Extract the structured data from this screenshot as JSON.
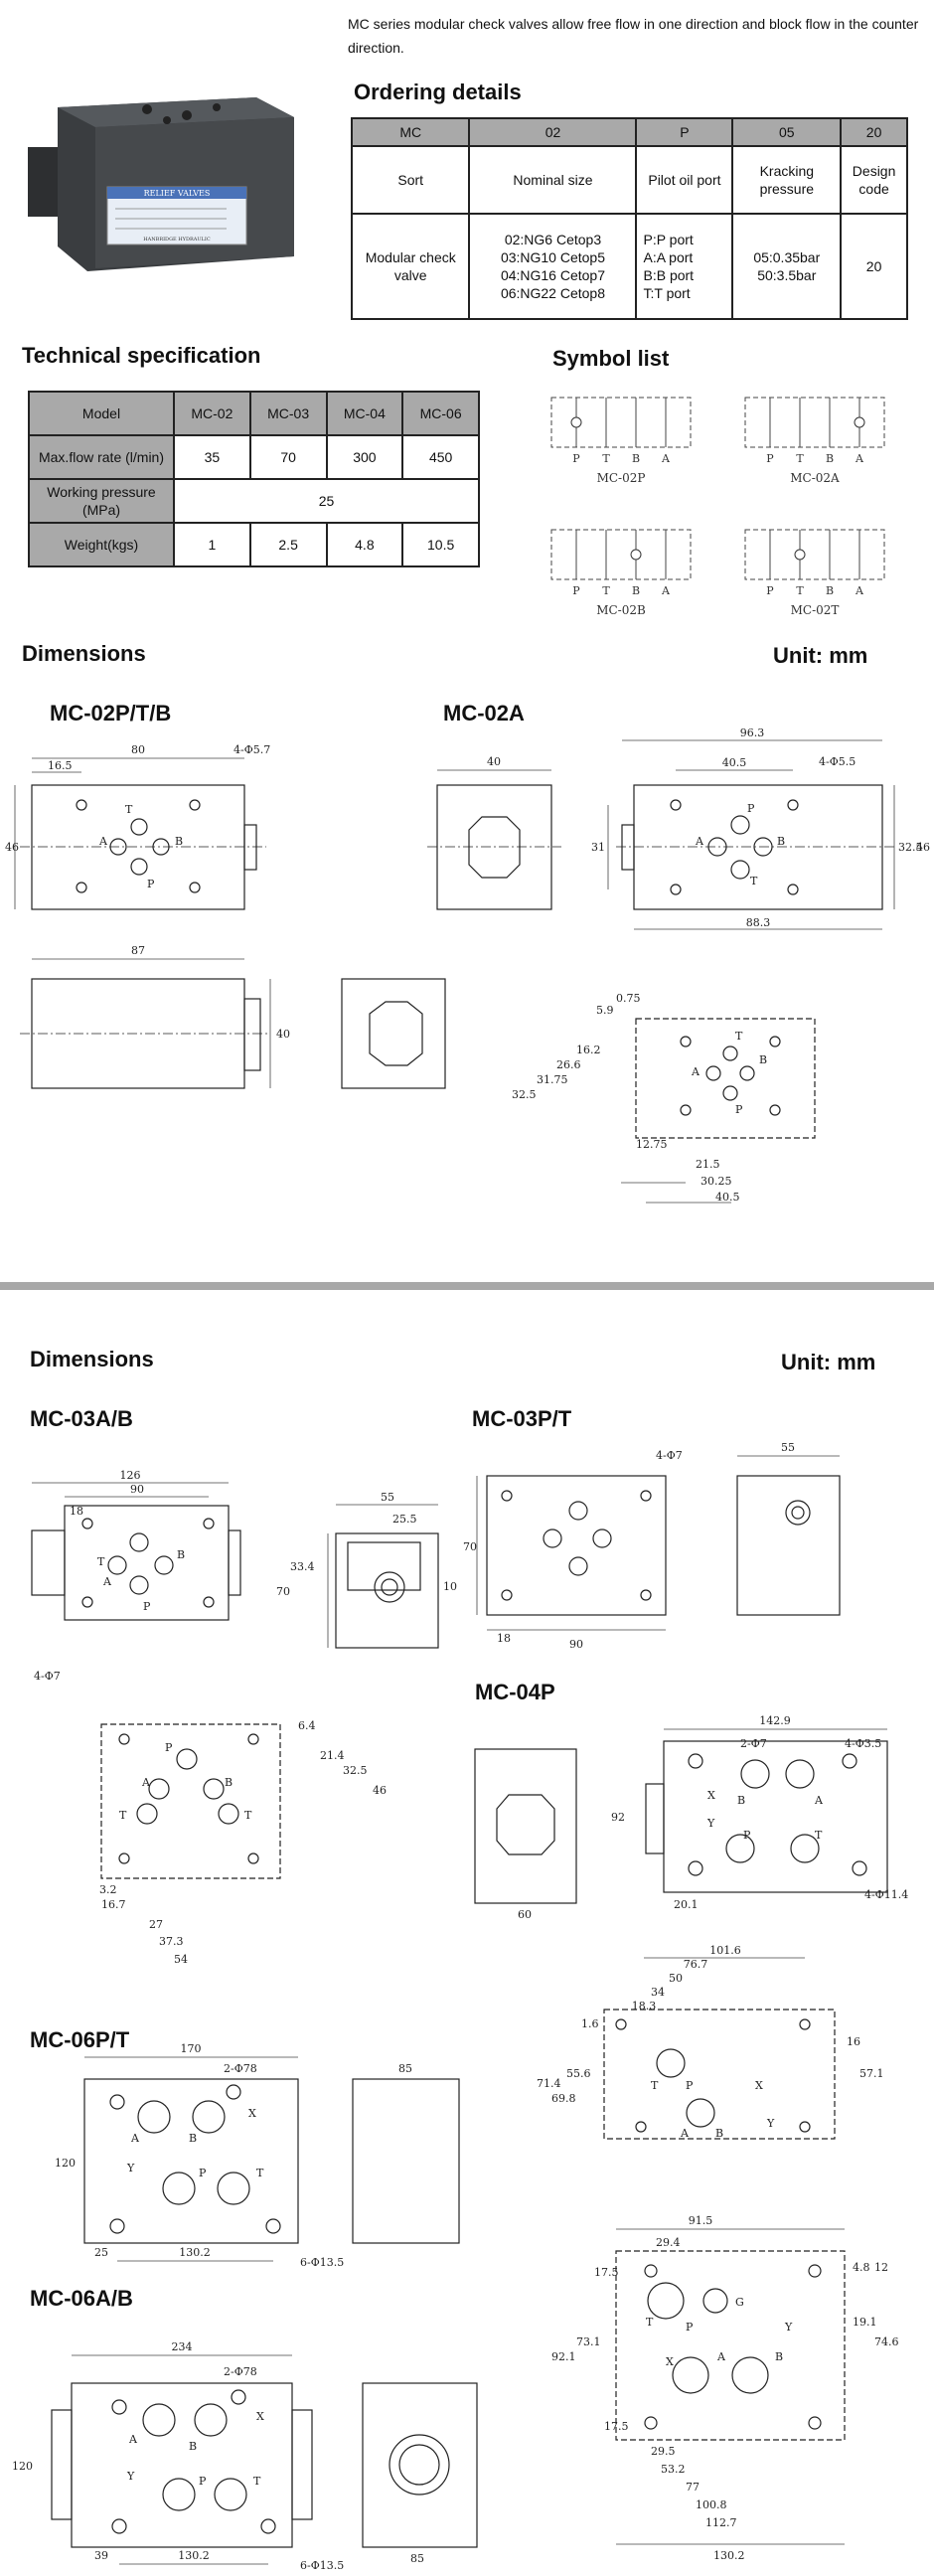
{
  "intro": "MC series modular check valves allow free flow in one direction and block flow in the counter direction.",
  "product_image": {
    "label_line1": "RELIEF VALVES",
    "label_line2": "HANBRIDGE HYDRAULIC"
  },
  "ordering": {
    "title": "Ordering details",
    "header": [
      "MC",
      "02",
      "P",
      "05",
      "20"
    ],
    "row1": [
      "Sort",
      "Nominal size",
      "Pilot oil port",
      "Kracking pressure",
      "Design code"
    ],
    "row2_sort": "Modular check valve",
    "row2_size": [
      "02:NG6 Cetop3",
      "03:NG10 Cetop5",
      "04:NG16 Cetop7",
      "06:NG22 Cetop8"
    ],
    "row2_port": [
      "P:P port",
      "A:A port",
      "B:B port",
      "T:T port"
    ],
    "row2_press": [
      "05:0.35bar",
      "50:3.5bar"
    ],
    "row2_design": "20"
  },
  "tech": {
    "title": "Technical specification",
    "header": [
      "Model",
      "MC-02",
      "MC-03",
      "MC-04",
      "MC-06"
    ],
    "flow_label": "Max.flow rate (l/min)",
    "flow": [
      "35",
      "70",
      "300",
      "450"
    ],
    "pressure_label": "Working pressure (MPa)",
    "pressure": "25",
    "weight_label": "Weight(kgs)",
    "weight": [
      "1",
      "2.5",
      "4.8",
      "10.5"
    ]
  },
  "symbols": {
    "title": "Symbol list",
    "ports": [
      "P",
      "T",
      "B",
      "A"
    ],
    "names": [
      "MC-02P",
      "MC-02A",
      "MC-02B",
      "MC-02T"
    ]
  },
  "section1": {
    "title": "Dimensions",
    "unit": "Unit: mm",
    "mc02p": {
      "title": "MC-02P/T/B",
      "dims": [
        "80",
        "16.5",
        "46",
        "87",
        "40"
      ],
      "note": "4-Φ5.7",
      "ports": [
        "T",
        "A",
        "B",
        "P"
      ]
    },
    "mc02a": {
      "title": "MC-02A",
      "dims": [
        "40",
        "96.3",
        "40.5",
        "4-Φ5.5",
        "31",
        "32.5",
        "46",
        "88.3"
      ],
      "ports": [
        "P",
        "A",
        "B",
        "T"
      ],
      "dims2": [
        "0.75",
        "5.9",
        "16.2",
        "26.6",
        "31.75",
        "32.5",
        "12.75",
        "21.5",
        "30.25",
        "40.5"
      ],
      "ports2": [
        "T",
        "P",
        "A",
        "B"
      ]
    }
  },
  "section2": {
    "title": "Dimensions",
    "unit": "Unit: mm",
    "mc03ab": {
      "title": "MC-03A/B",
      "dims": [
        "126",
        "90",
        "18",
        "55",
        "25.5",
        "33.4",
        "70",
        "10"
      ],
      "note": "4-Φ7",
      "ports": [
        "T",
        "A",
        "B",
        "P"
      ],
      "dims2": [
        "6.4",
        "21.4",
        "32.5",
        "46",
        "3.2",
        "16.7",
        "27",
        "37.3",
        "54"
      ],
      "ports2": [
        "P",
        "A",
        "B",
        "T",
        "T"
      ]
    },
    "mc03pt": {
      "title": "MC-03P/T",
      "note": "4-Φ7",
      "dims": [
        "70",
        "18",
        "90",
        "55"
      ]
    },
    "mc04p": {
      "title": "MC-04P",
      "dims": [
        "142.9",
        "2-Φ7",
        "4-Φ3.5",
        "92",
        "60",
        "20.1",
        "4-Φ11.4"
      ],
      "ports": [
        "X",
        "B",
        "A",
        "Y",
        "P",
        "T"
      ],
      "dims2": [
        "101.6",
        "76.7",
        "50",
        "34",
        "18.3",
        "1.6",
        "16",
        "71.4",
        "69.8",
        "55.6",
        "57.1"
      ],
      "ports2": [
        "T",
        "P",
        "X",
        "A",
        "B",
        "Y"
      ]
    },
    "mc06pt": {
      "title": "MC-06P/T",
      "dims": [
        "170",
        "2-Φ78",
        "120",
        "25",
        "130.2",
        "85"
      ],
      "note": "6-Φ13.5",
      "ports": [
        "X",
        "A",
        "B",
        "Y",
        "P",
        "T"
      ]
    },
    "mc06ab": {
      "title": "MC-06A/B",
      "dims": [
        "234",
        "2-Φ78",
        "120",
        "39",
        "130.2",
        "85"
      ],
      "note": "6-Φ13.5",
      "ports": [
        "X",
        "A",
        "B",
        "Y",
        "P",
        "T"
      ],
      "dims2": [
        "91.5",
        "29.4",
        "17.5",
        "73.1",
        "92.1",
        "4.8",
        "12",
        "19.1",
        "74.6",
        "17.5",
        "29.5",
        "53.2",
        "77",
        "100.8",
        "112.7",
        "130.2"
      ],
      "ports2": [
        "T",
        "P",
        "G",
        "Y",
        "X",
        "A",
        "B"
      ]
    }
  }
}
